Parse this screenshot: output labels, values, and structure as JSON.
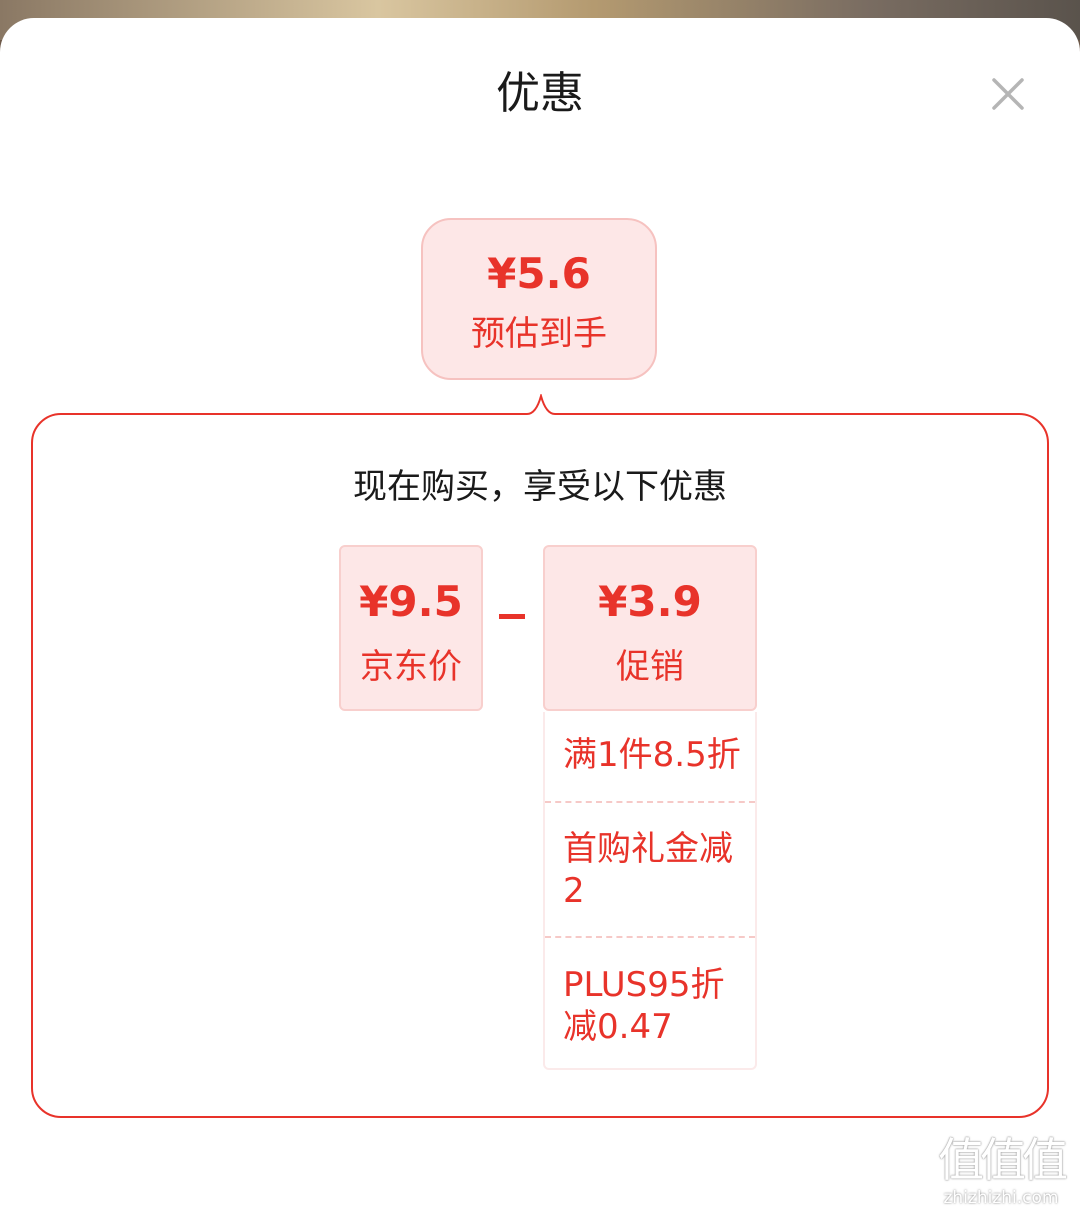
{
  "header": {
    "title": "优惠"
  },
  "estimate": {
    "price": "¥5.6",
    "label": "预估到手"
  },
  "breakdown": {
    "heading": "现在购买，享受以下优惠",
    "base_price": {
      "value": "¥9.5",
      "label": "京东价"
    },
    "operator": "-",
    "promotion": {
      "value": "¥3.9",
      "label": "促销"
    },
    "promotion_items": [
      "满1件8.5折",
      "首购礼金减2",
      "PLUS95折减0.47"
    ]
  },
  "watermark": {
    "logo": "值值值",
    "url": "zhizhizhi.com"
  },
  "colors": {
    "accent": "#e8332a",
    "card_bg": "#fde7e7",
    "card_border": "#f6c2c0"
  }
}
